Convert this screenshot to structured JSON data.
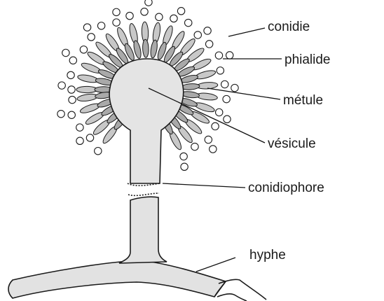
{
  "labels": {
    "conidie": "conidie",
    "phialide": "phialide",
    "metule": "métule",
    "vesicule": "vésicule",
    "conidiophore": "conidiophore",
    "hyphe": "hyphe"
  },
  "colors": {
    "outline": "#1a1a1a",
    "vesicle_fill": "#e4e4e4",
    "phialide_fill": "#c8c8c8",
    "metule_fill": "#a9a9a9",
    "conidia_fill": "#ffffff",
    "stalk_fill": "#e2e2e2"
  }
}
